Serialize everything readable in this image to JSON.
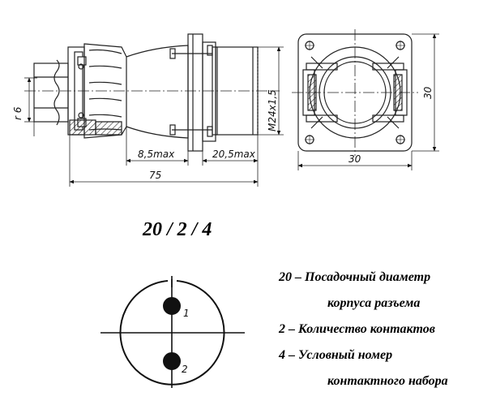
{
  "dimensions": {
    "r6": "r 6",
    "max85": "8,5max",
    "max205": "20,5max",
    "len75": "75",
    "thread": "M24x1,5",
    "width30": "30",
    "height30": "30"
  },
  "code": "20 / 2 / 4",
  "pins": [
    "1",
    "2"
  ],
  "legend": {
    "line1": "20 – Посадочный диаметр",
    "line2": "корпуса разъема",
    "line3": "2 – Количество контактов",
    "line4": "4 – Условный номер",
    "line5": "контактного набора"
  }
}
